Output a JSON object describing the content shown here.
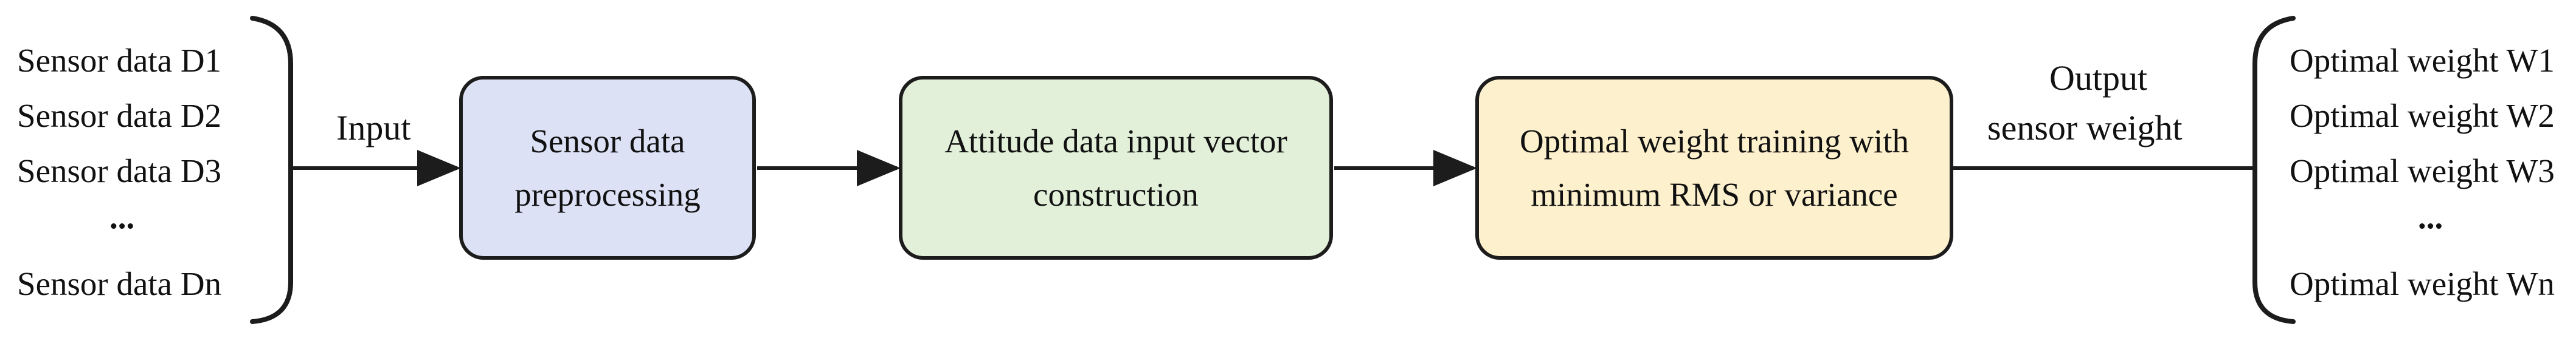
{
  "diagram": {
    "inputs": [
      "Sensor data D1",
      "Sensor data D2",
      "Sensor data D3",
      "...",
      "Sensor data Dn"
    ],
    "input_label": "Input",
    "steps": [
      {
        "text": "Sensor data\npreprocessing",
        "fill": "#dce1f5"
      },
      {
        "text": "Attitude data input vector\nconstruction",
        "fill": "#e2f0da"
      },
      {
        "text": "Optimal weight training with\nminimum RMS or variance",
        "fill": "#fdf0cc"
      }
    ],
    "output_label_line1": "Output",
    "output_label_line2": "sensor weight",
    "outputs": [
      "Optimal weight W1",
      "Optimal weight W2",
      "Optimal weight W3",
      "...",
      "Optimal weight Wn"
    ]
  },
  "colors": {
    "stroke": "#1c1c1c",
    "text": "#111111"
  }
}
